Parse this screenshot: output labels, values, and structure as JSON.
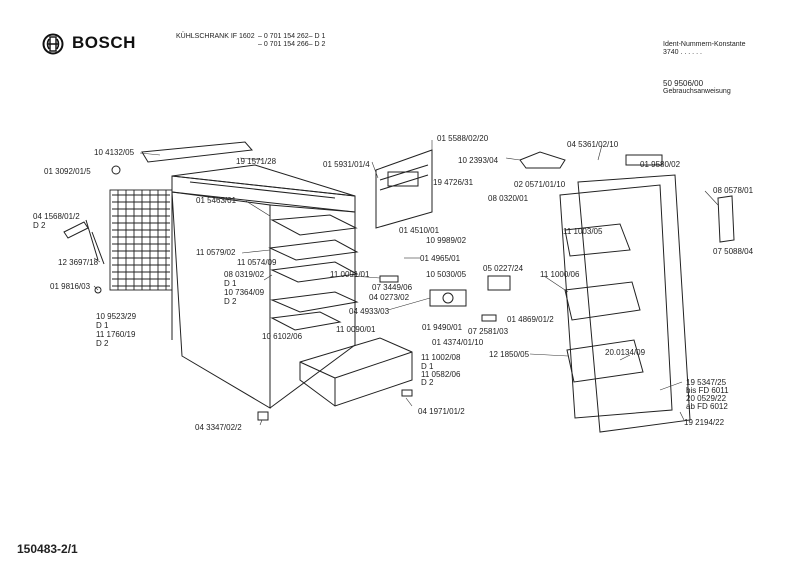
{
  "header": {
    "brand": "BOSCH",
    "product": "KÜHLSCHRANK  IF 1602",
    "codes": [
      "– 0 701 154 262– D 1",
      "– 0 701 154 266– D 2"
    ],
    "ident_title": "Ident-Nummern-Konstante",
    "ident_value": "3740  . .   . . . .",
    "manual_no": "50  9506/00",
    "manual_label": "Gebrauchsanweisung"
  },
  "footer": {
    "page_number": "150483-2/1"
  },
  "parts": [
    {
      "id": "p1",
      "text": "10  4132/05"
    },
    {
      "id": "p2",
      "text": "01  3092/01/5"
    },
    {
      "id": "p3",
      "text": "19  1571/28"
    },
    {
      "id": "p4",
      "text": "01  5931/01/4"
    },
    {
      "id": "p5",
      "text": "01  5588/02/20"
    },
    {
      "id": "p6",
      "text": "10  2393/04"
    },
    {
      "id": "p7",
      "text": "04  5361/02/10"
    },
    {
      "id": "p8",
      "text": "01  9580/02"
    },
    {
      "id": "p9",
      "text": "08  0578/01"
    },
    {
      "id": "p10",
      "text": "07  5088/04"
    },
    {
      "id": "p11",
      "text": "19  4726/31"
    },
    {
      "id": "p12",
      "text": "02  0571/01/10"
    },
    {
      "id": "p13",
      "text": "08  0320/01"
    },
    {
      "id": "p14",
      "text": "11  1003/05"
    },
    {
      "id": "p15",
      "text": "01  5463/01"
    },
    {
      "id": "p16",
      "text": "04  1568/01/2"
    },
    {
      "id": "p17",
      "text": "D 2"
    },
    {
      "id": "p18",
      "text": "12  3697/18"
    },
    {
      "id": "p19",
      "text": "01  9816/03"
    },
    {
      "id": "p20",
      "text": "10  9523/29"
    },
    {
      "id": "p21",
      "text": "D 1"
    },
    {
      "id": "p22",
      "text": "11  1760/19"
    },
    {
      "id": "p23",
      "text": "D 2"
    },
    {
      "id": "p24",
      "text": "11  0579/02"
    },
    {
      "id": "p25",
      "text": "11  0574/09"
    },
    {
      "id": "p26",
      "text": "08  0319/02"
    },
    {
      "id": "p27",
      "text": "D 1"
    },
    {
      "id": "p28",
      "text": "10  7364/09"
    },
    {
      "id": "p29",
      "text": "D 2"
    },
    {
      "id": "p30",
      "text": "01  4510/01"
    },
    {
      "id": "p31",
      "text": "10  9989/02"
    },
    {
      "id": "p32",
      "text": "01  4965/01"
    },
    {
      "id": "p33",
      "text": "11  0091/01"
    },
    {
      "id": "p34",
      "text": "10  5030/05"
    },
    {
      "id": "p35",
      "text": "05  0227/24"
    },
    {
      "id": "p36",
      "text": "07  3449/06"
    },
    {
      "id": "p37",
      "text": "04  0273/02"
    },
    {
      "id": "p38",
      "text": "11  1000/06"
    },
    {
      "id": "p39",
      "text": "04  4933/03"
    },
    {
      "id": "p40",
      "text": "10  6102/06"
    },
    {
      "id": "p41",
      "text": "11  0090/01"
    },
    {
      "id": "p42",
      "text": "01  9490/01"
    },
    {
      "id": "p43",
      "text": "07  2581/03"
    },
    {
      "id": "p44",
      "text": "01  4869/01/2"
    },
    {
      "id": "p45",
      "text": "01  4374/01/10"
    },
    {
      "id": "p46",
      "text": "12  1850/05"
    },
    {
      "id": "p47",
      "text": "20.0134/09"
    },
    {
      "id": "p48",
      "text": "11  1002/08"
    },
    {
      "id": "p49",
      "text": "D 1"
    },
    {
      "id": "p50",
      "text": "11  0582/06"
    },
    {
      "id": "p51",
      "text": "D 2"
    },
    {
      "id": "p52",
      "text": "19  5347/25"
    },
    {
      "id": "p53",
      "text": "bis FD 6011"
    },
    {
      "id": "p54",
      "text": "20  0529/22"
    },
    {
      "id": "p55",
      "text": "ab FD 6012"
    },
    {
      "id": "p56",
      "text": "04  3347/02/2"
    },
    {
      "id": "p57",
      "text": "04  1971/01/2"
    },
    {
      "id": "p58",
      "text": "19  2194/22"
    }
  ]
}
